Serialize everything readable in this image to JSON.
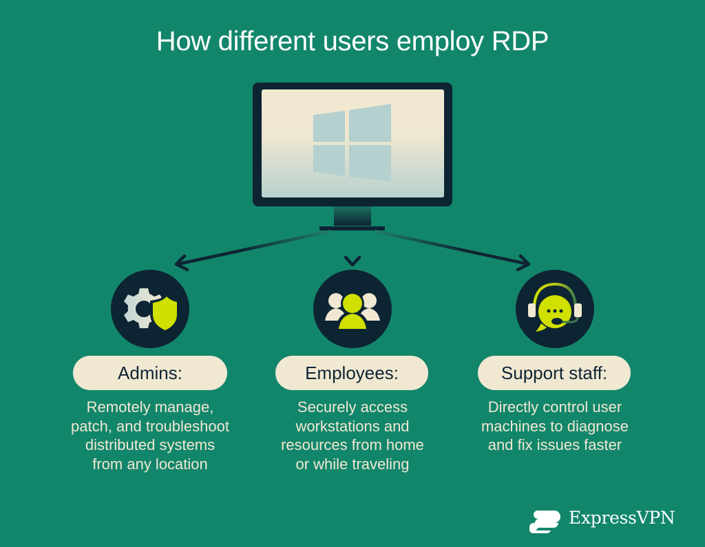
{
  "title": "How different users employ RDP",
  "colors": {
    "background": "#12866b",
    "dark_navy": "#0d2433",
    "cream": "#f1e8d2",
    "lime": "#d0e000",
    "window_logo": "#b4d0cf",
    "white": "#ffffff"
  },
  "center_graphic": {
    "icon": "windows-monitor-icon",
    "arrows": [
      "left",
      "down",
      "right"
    ]
  },
  "columns": [
    {
      "icon": "gear-shield-icon",
      "label": "Admins:",
      "description_lines": [
        "Remotely manage,",
        "patch, and troubleshoot",
        "distributed systems",
        "from any location"
      ]
    },
    {
      "icon": "users-group-icon",
      "label": "Employees:",
      "description_lines": [
        "Securely access",
        "workstations and",
        "resources from home",
        "or while traveling"
      ]
    },
    {
      "icon": "headset-chat-icon",
      "label": "Support staff:",
      "description_lines": [
        "Directly control user",
        "machines to diagnose",
        "and fix issues faster"
      ]
    }
  ],
  "brand": {
    "name": "ExpressVPN",
    "icon": "expressvpn-logo-icon"
  }
}
